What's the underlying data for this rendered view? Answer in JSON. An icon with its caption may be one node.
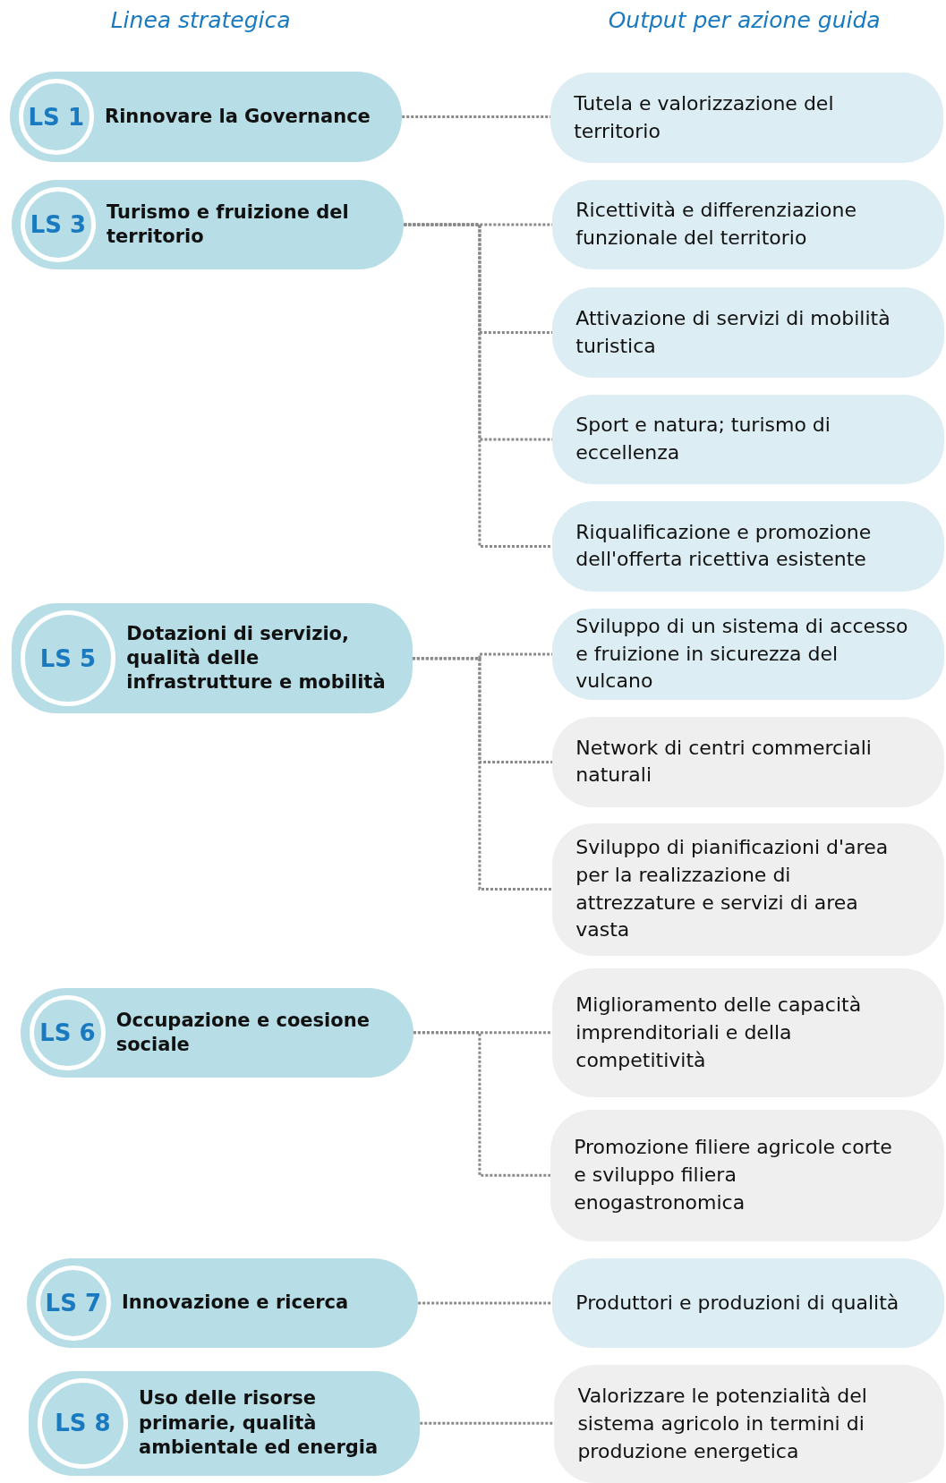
{
  "diagram": {
    "nodes": [
      {
        "text": [
          "LS 1",
          "Rinnovare la Governance"
        ]
      },
      {
        "text": [
          "Tutela e valorizzazione del territorio"
        ]
      },
      {
        "text": [
          "LS 3",
          "Turismo e fruizione del territorio"
        ]
      },
      {
        "text": [
          "Ricettività e differenziazione funzionale del territorio"
        ]
      },
      {
        "text": [
          "Attivazione di servizi di mobilità turistica"
        ]
      },
      {
        "text": [
          "Sport e natura; turismo di eccellenza"
        ]
      },
      {
        "text": [
          "Riqualificazione e promozione dell'offerta ricettiva esistente"
        ]
      },
      {
        "text": [
          "LS 5",
          "Dotazioni di servizio, qualità delle infrastrutture e mobilità"
        ]
      },
      {
        "text": [
          "Sviluppo di un sistema di accesso e fruizione in sicurezza del vulcano"
        ]
      },
      {
        "text": [
          "Network di centri commerciali naturali"
        ]
      },
      {
        "text": [
          "Sviluppo di pianificazioni d'area per la realizzazione di attrezzature e servizi di area vasta"
        ]
      },
      {
        "text": [
          "LS 6",
          "Occupazione e coesione sociale"
        ]
      },
      {
        "text": [
          "Miglioramento delle capacità imprenditoriali e della competitività"
        ]
      },
      {
        "text": [
          "Promozione filiere agricole corte e sviluppo filiera enogastronomica"
        ]
      },
      {
        "text": [
          "LS 7",
          "Innovazione e ricerca"
        ]
      },
      {
        "text": [
          "Produttori e produzioni di qualità"
        ]
      },
      {
        "text": [
          "LS 8",
          "Uso delle risorse primarie, qualità ambientale ed energia"
        ]
      },
      {
        "text": [
          "Valorizzare le potenzialità del sistema agricolo in termini di produzione energetica"
        ]
      }
    ],
    "edges": [
      {
        "from": 0,
        "to": 1,
        "arrow": "none",
        "style": "dashed"
      },
      {
        "from": 2,
        "to": 3,
        "arrow": "none",
        "style": "dashed"
      },
      {
        "from": 2,
        "to": 4,
        "arrow": "none",
        "style": "dashed"
      },
      {
        "from": 2,
        "to": 5,
        "arrow": "none",
        "style": "dashed"
      },
      {
        "from": 2,
        "to": 6,
        "arrow": "none",
        "style": "dashed"
      },
      {
        "from": 7,
        "to": 8,
        "arrow": "none",
        "style": "dashed"
      },
      {
        "from": 7,
        "to": 9,
        "arrow": "none",
        "style": "dashed"
      },
      {
        "from": 7,
        "to": 10,
        "arrow": "none",
        "style": "dashed"
      },
      {
        "from": 11,
        "to": 12,
        "arrow": "none",
        "style": "dashed"
      },
      {
        "from": 11,
        "to": 13,
        "arrow": "none",
        "style": "dashed"
      },
      {
        "from": 14,
        "to": 15,
        "arrow": "none",
        "style": "dashed"
      },
      {
        "from": 16,
        "to": 17,
        "arrow": "none",
        "style": "dashed"
      }
    ],
    "labels": [
      "Linea strategica",
      "Output per azione guida"
    ]
  }
}
